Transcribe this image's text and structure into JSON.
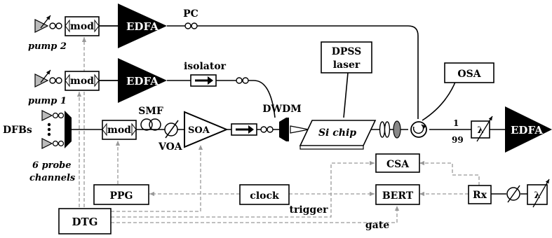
{
  "labels": {
    "pump2": "pump 2",
    "pump1": "pump 1",
    "mod": "mod",
    "edfa": "EDFA",
    "pc": "PC",
    "isolator": "isolator",
    "dpss": [
      "DPSS",
      "laser"
    ],
    "osa": "OSA",
    "dfbs": "DFBs",
    "probe": [
      "6 probe",
      "channels"
    ],
    "smf": "SMF",
    "voa": "VOA",
    "soa": "SOA",
    "dwdm": "DWDM",
    "sichip": "Si chip",
    "split1": "1",
    "split99": "99",
    "lambda": "λ",
    "csa": "CSA",
    "bert": "BERT",
    "ppg": "PPG",
    "clock": "clock",
    "rx": "Rx",
    "dtg": "DTG",
    "trigger": "trigger",
    "gate": "gate"
  }
}
